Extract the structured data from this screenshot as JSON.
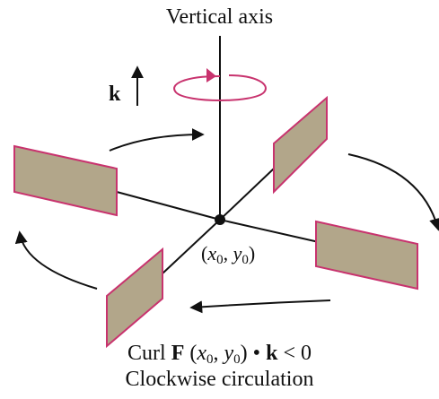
{
  "title": "Vertical axis",
  "k_label": "k",
  "point": {
    "x": "x",
    "x_sub": "0",
    "y": "y",
    "y_sub": "0"
  },
  "equation": {
    "prefix": "Curl ",
    "F": "F",
    "x": "x",
    "x_sub": "0",
    "y": "y",
    "y_sub": "0",
    "dot": "•",
    "k": "k",
    "rel": "< 0"
  },
  "caption": "Clockwise circulation",
  "colors": {
    "paddle_fill": "#b2a68a",
    "paddle_edge": "#c8336e",
    "arrow": "#111111",
    "rotation_arrow": "#c8336e"
  }
}
